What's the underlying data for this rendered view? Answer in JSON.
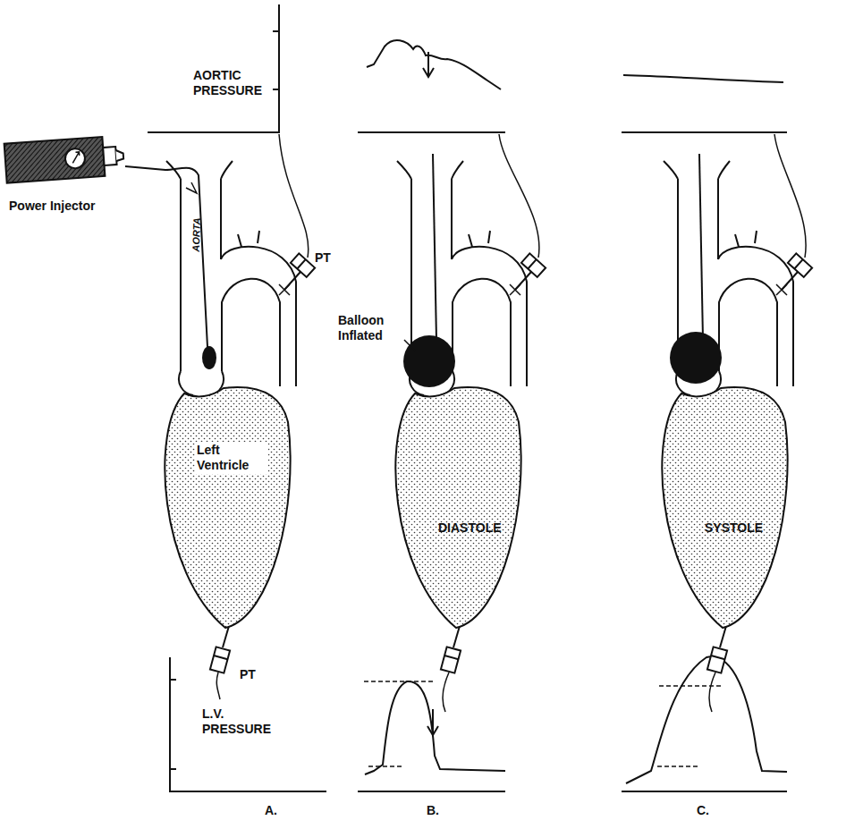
{
  "diagram": {
    "nodes": [
      {
        "text": [
          "Power Injector"
        ]
      },
      {
        "text": [
          "Left Ventricle"
        ]
      }
    ],
    "labels": [
      "AORTIC PRESSURE",
      "AORTA",
      "PT",
      "PT",
      "Balloon Inflated",
      "DIASTOLE",
      "SYSTOLE",
      "L.V. PRESSURE",
      "A.",
      "B.",
      "C."
    ]
  }
}
